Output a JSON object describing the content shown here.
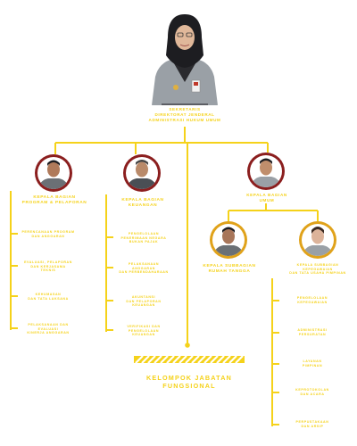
{
  "colors": {
    "accent": "#f5d21a",
    "frame_dark": "#8b1e1e",
    "frame_gold": "#e0a21a",
    "uniform": "#9aa0a6"
  },
  "sekretaris": {
    "line1": "SEKRETARIS",
    "line2": "DIREKTORAT JENDERAL",
    "line3": "ADMINISTRASI HUKUM UMUM"
  },
  "heads": {
    "program": {
      "line1": "KEPALA BAGIAN",
      "line2": "PROGRAM & PELAPORAN"
    },
    "keuangan": {
      "line1": "KEPALA BAGIAN",
      "line2": "KEUANGAN"
    },
    "umum": {
      "line1": "KEPALA BAGIAN",
      "line2": "UMUM"
    },
    "rumah_tangga": {
      "line1": "KEPALA SUBBAGIAN",
      "line2": "RUMAH TANGGA"
    },
    "kepegawaian": {
      "line1": "KEPALA SUBBAGIAN",
      "line2": "KEPEGAWAIAN",
      "line3": "DAN TATA USAHA PIMPINAN"
    }
  },
  "items": {
    "program": [
      {
        "line1": "PERENCANAAN PROGRAM",
        "line2": "DAN ANGGARAN"
      },
      {
        "line1": "EVALUASI, PELAPORAN",
        "line2": "DAN KERJASAMA",
        "line3": "TEKNIS"
      },
      {
        "line1": "KEHUMASAN",
        "line2": "DAN TATA LAKSANA"
      },
      {
        "line1": "PELAKSANAAN DAN",
        "line2": "EVALUASI",
        "line3": "KINERJA ANGGARAN"
      }
    ],
    "keuangan": [
      {
        "line1": "PENGELOLAAN",
        "line2": "PENERIMAAN NEGARA",
        "line3": "BUKAN PAJAK"
      },
      {
        "line1": "PELAKSANAAN",
        "line2": "ANGGARAN",
        "line3": "DAN PERBENDAHARAAN"
      },
      {
        "line1": "AKUNTANSI",
        "line2": "DAN PELAPORAN",
        "line3": "KEUANGAN"
      },
      {
        "line1": "VERIFIKASI DAN",
        "line2": "PENGELOLAAN",
        "line3": "KEUANGAN"
      }
    ],
    "kepegawaian": [
      {
        "line1": "PENGELOLAAN",
        "line2": "KEPEGAWAIAN"
      },
      {
        "line1": "ADMINISTRASI",
        "line2": "PERSURATAN"
      },
      {
        "line1": "LAYANAN",
        "line2": "PIMPINAN"
      },
      {
        "line1": "KEPROTOKOLAN",
        "line2": "DAN ACARA"
      },
      {
        "line1": "PERPUSTAKAAN",
        "line2": "DAN ARSIP"
      }
    ]
  },
  "jabatan": {
    "line1": "KELOMPOK JABATAN",
    "line2": "FUNGSIONAL"
  }
}
